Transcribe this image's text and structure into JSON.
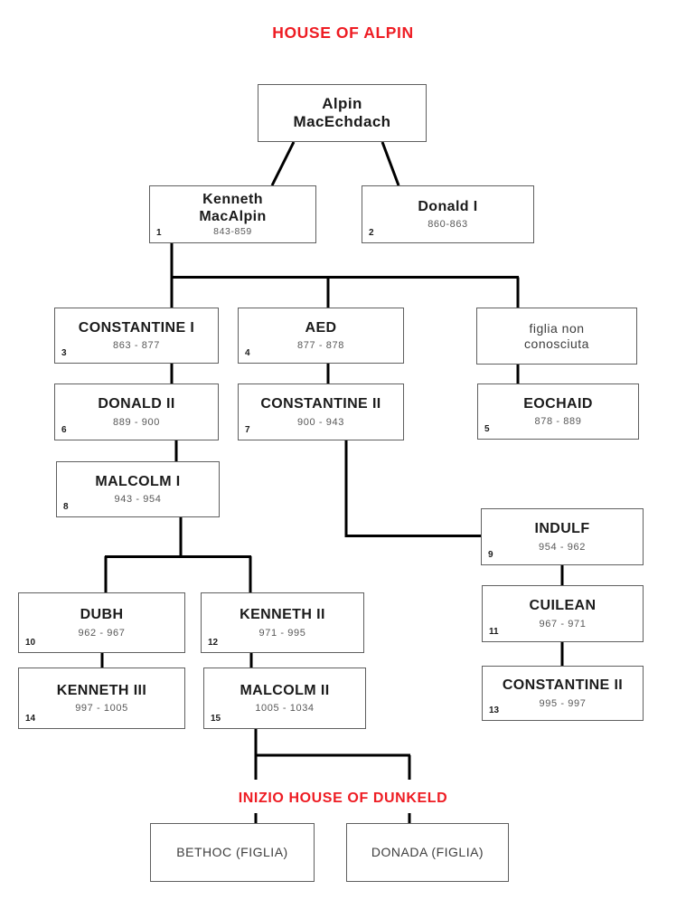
{
  "title": "HOUSE OF ALPIN",
  "subtitle": "INIZIO HOUSE OF DUNKELD",
  "colors": {
    "accent_red": "#ee1c23",
    "line": "#000000",
    "box_border": "#5f5f5f"
  },
  "nodes": {
    "alpin": {
      "name": "Alpin\nMacEchdach"
    },
    "kenneth1": {
      "number": "1",
      "name": "Kenneth\nMacAlpin",
      "dates": "843-859"
    },
    "donald2": {
      "number": "2",
      "name": "Donald I",
      "dates": "860-863"
    },
    "constantine3": {
      "number": "3",
      "name": "CONSTANTINE I",
      "dates": "863 - 877"
    },
    "aed4": {
      "number": "4",
      "name": "AED",
      "dates": "877 - 878"
    },
    "figlia": {
      "name": "figlia non\nconosciuta"
    },
    "eochaid5": {
      "number": "5",
      "name": "EOCHAID",
      "dates": "878 - 889"
    },
    "donald6": {
      "number": "6",
      "name": "DONALD II",
      "dates": "889 - 900"
    },
    "constantine7": {
      "number": "7",
      "name": "CONSTANTINE II",
      "dates": "900 - 943"
    },
    "malcolm8": {
      "number": "8",
      "name": "MALCOLM I",
      "dates": "943 - 954"
    },
    "indulf9": {
      "number": "9",
      "name": "INDULF",
      "dates": "954 - 962"
    },
    "dubh10": {
      "number": "10",
      "name": "DUBH",
      "dates": "962 - 967"
    },
    "cuilean11": {
      "number": "11",
      "name": "CUILEAN",
      "dates": "967 - 971"
    },
    "kenneth12": {
      "number": "12",
      "name": "KENNETH II",
      "dates": "971 - 995"
    },
    "constantine13": {
      "number": "13",
      "name": "CONSTANTINE II",
      "dates": "995 - 997"
    },
    "kenneth14": {
      "number": "14",
      "name": "KENNETH III",
      "dates": "997 - 1005"
    },
    "malcolm15": {
      "number": "15",
      "name": "MALCOLM II",
      "dates": "1005 - 1034"
    },
    "bethoc": {
      "name": "BETHOC (FIGLIA)"
    },
    "donada": {
      "name": "DONADA (FIGLIA)"
    }
  }
}
